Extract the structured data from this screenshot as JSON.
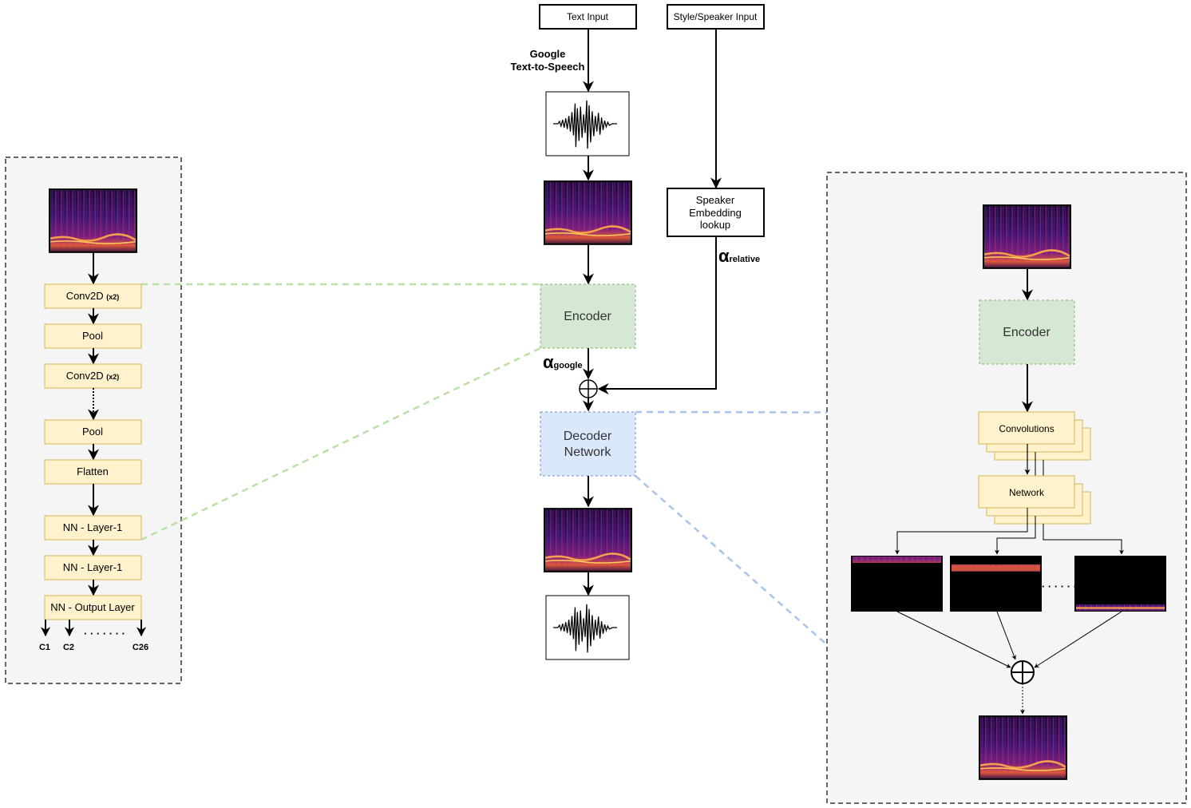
{
  "inputs": {
    "text_input": "Text Input",
    "style_input": "Style/Speaker Input"
  },
  "tts_label_line1": "Google",
  "tts_label_line2": "Text-to-Speech",
  "speaker_lookup": [
    "Speaker",
    "Embedding",
    "lookup"
  ],
  "alpha_relative": {
    "symbol": "α",
    "sub": "relative"
  },
  "alpha_google": {
    "symbol": "α",
    "sub": "google"
  },
  "encoder_label": "Encoder",
  "decoder_label": [
    "Decoder",
    "Network"
  ],
  "classifier": {
    "layers": [
      {
        "label": "Conv2D",
        "suffix": "(x2)"
      },
      {
        "label": "Pool",
        "suffix": ""
      },
      {
        "label": "Conv2D",
        "suffix": "(x2)"
      },
      {
        "label": "Pool",
        "suffix": ""
      },
      {
        "label": "Flatten",
        "suffix": ""
      },
      {
        "label": "NN - Layer-1",
        "suffix": ""
      },
      {
        "label": "NN - Layer-1",
        "suffix": ""
      },
      {
        "label": "NN - Output Layer",
        "suffix": ""
      }
    ],
    "outputs": [
      "C1",
      "C2",
      "C26"
    ],
    "ellipsis": "· · · · · · ·"
  },
  "decoder_detail": {
    "encoder_label": "Encoder",
    "conv_label": "Convolutions",
    "network_label": "Network",
    "ellipsis": "· · · · · ·"
  },
  "colors": {
    "encoder_fill": "#d5e8d4",
    "encoder_stroke": "#82b366",
    "decoder_fill": "#dae8fc",
    "decoder_stroke": "#6c8ebf",
    "layer_fill": "#fff2cc",
    "layer_stroke": "#d6b656",
    "panel_fill": "#f5f5f5",
    "panel_stroke": "#666666",
    "green_dash": "#b9e0a5",
    "blue_dash": "#a9c4eb"
  }
}
